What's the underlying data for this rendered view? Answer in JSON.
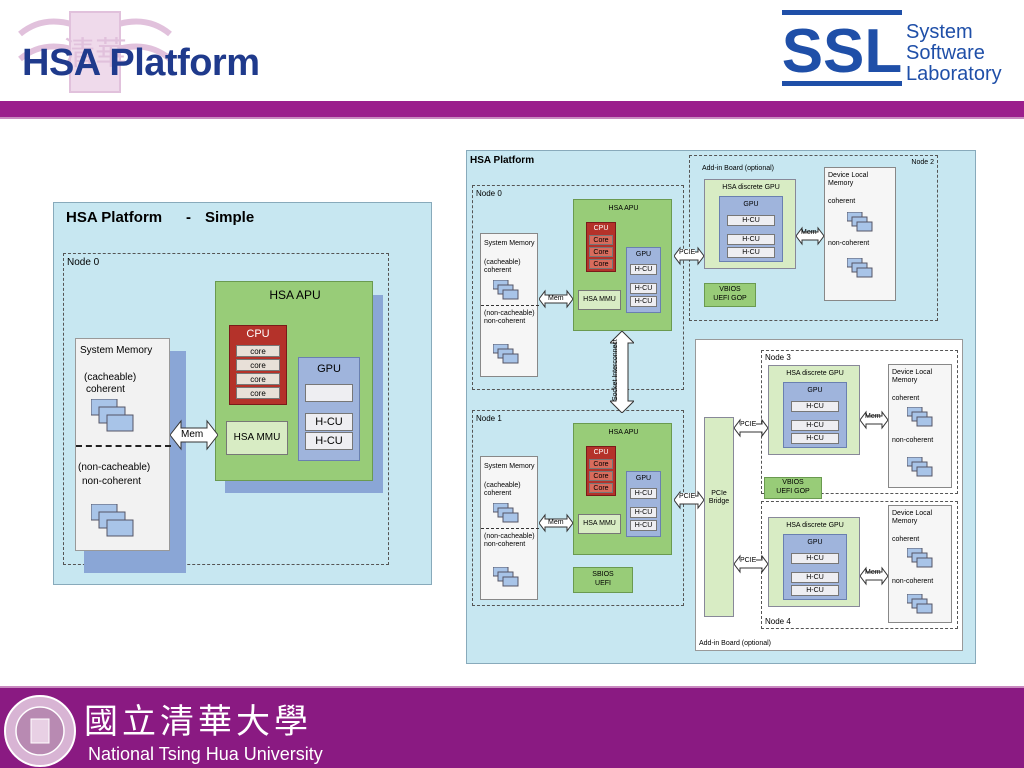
{
  "header": {
    "title": "HSA Platform",
    "logo_seal_text": "清華"
  },
  "brand": {
    "logo_letters": "SSL",
    "name_lines": [
      "System",
      "Software",
      "Laboratory"
    ],
    "color": "#1f4fa8"
  },
  "footer": {
    "chinese_name": "國立清華大學",
    "english_name": "National Tsing Hua University",
    "bar_color": "#8a1a82"
  },
  "simple": {
    "title": "HSA Platform",
    "dash": "-",
    "subtitle": "Simple",
    "node": "Node 0",
    "apu": "HSA APU",
    "cpu": "CPU",
    "cores": [
      "core",
      "core",
      "core",
      "core"
    ],
    "gpu": "GPU",
    "hcu": [
      "H-CU",
      "H-CU"
    ],
    "mmu": "HSA MMU",
    "mem_link": "Mem",
    "sysmem": "System Memory",
    "cacheable": "(cacheable)",
    "coherent": "coherent",
    "noncacheable": "(non-cacheable)",
    "noncoherent": "non-coherent"
  },
  "full": {
    "title": "HSA Platform",
    "node0": "Node 0",
    "node1": "Node 1",
    "node2": "Node 2",
    "node3": "Node 3",
    "node4": "Node 4",
    "addin_top": "Add-in Board (optional)",
    "addin_bottom": "Add-in Board (optional)",
    "apu": "HSA APU",
    "cpu": "CPU",
    "cores": [
      "Core",
      "Core",
      "Core"
    ],
    "gpu": "GPU",
    "hcu": "H-CU",
    "mmu": "HSA MMU",
    "mem": "Mem",
    "sysmem": "System Memory",
    "cacheable": "(cacheable)",
    "coherent": "coherent",
    "noncacheable": "(non-cacheable)",
    "noncoherent": "non-coherent",
    "socket": "Socket Interconnect",
    "pcie": "PCIE",
    "pcie_bridge": [
      "PCIe",
      "Bridge"
    ],
    "discrete_gpu": "HSA discrete GPU",
    "device_local": [
      "Device Local",
      "Memory"
    ],
    "vbios": [
      "VBIOS",
      "UEFI GOP"
    ],
    "sbios": [
      "SBIOS",
      "UEFI"
    ]
  }
}
